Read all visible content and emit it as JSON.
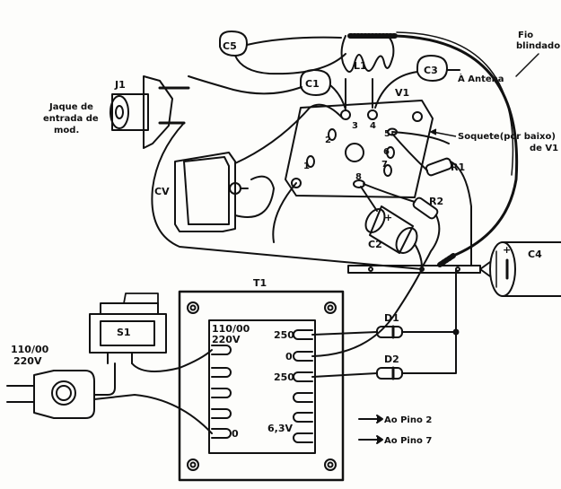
{
  "labels": {
    "c5": "C5",
    "l1": "L1",
    "c1": "C1",
    "c3": "C3",
    "antena": "À Antena",
    "fio_blindado_1": "Fio",
    "fio_blindado_2": "blindado",
    "j1": "J1",
    "jaque_1": "Jaque de",
    "jaque_2": "entrada de",
    "jaque_3": "mod.",
    "v1": "V1",
    "soquete_1": "Soquete(por baixo)",
    "soquete_2": "de V1",
    "cv": "CV",
    "r1": "R1",
    "r2": "R2",
    "c2": "C2",
    "c4": "C4",
    "t1": "T1",
    "s1": "S1",
    "mains_1": "110/00",
    "mains_2": "220V",
    "d1": "D1",
    "d2": "D2",
    "sec_250a": "250",
    "sec_0": "0",
    "sec_250b": "250",
    "sec_63": "6,3V",
    "pri_110": "110/00",
    "pri_220": "220V",
    "pri_0": "0",
    "pino2": "Ao Pino 2",
    "pino7": "Ao Pino 7",
    "plus_c2": "+",
    "plus_c4": "+"
  },
  "pins": [
    "1",
    "2",
    "3",
    "4",
    "5",
    "6",
    "7",
    "8"
  ]
}
